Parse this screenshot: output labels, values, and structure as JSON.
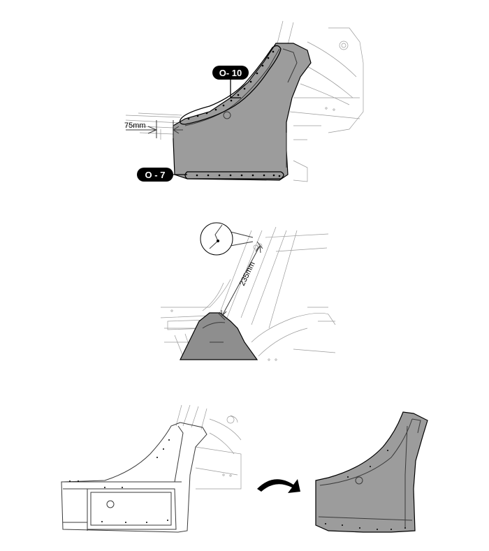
{
  "callouts": {
    "o10": "O- 10",
    "o7": "O - 7"
  },
  "dimensions": {
    "d75": "75mm",
    "d235": "235mm"
  },
  "colors": {
    "panel_fill": "#9c9c9c",
    "panel_fill_dark": "#8e8e8e",
    "line": "#000000",
    "label_bg": "#000000",
    "label_text": "#ffffff"
  },
  "icons": {
    "replace": "curved-arrow-icon",
    "detail": "magnified-detail-icon"
  }
}
